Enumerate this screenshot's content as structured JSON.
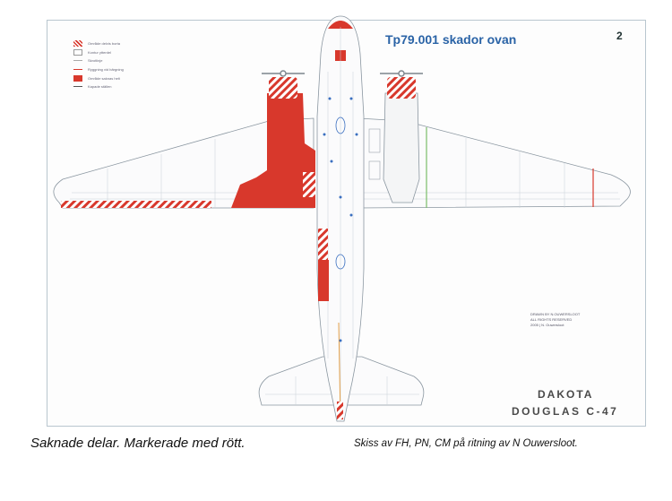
{
  "drawing": {
    "title": "Tp79.001 skador ovan",
    "page_number": "2",
    "nameplate_line1": "DAKOTA",
    "nameplate_line2": "DOUGLAS C-47",
    "notes": [
      "DRAWN BY N.OUWERSLOOT",
      "ALL RIGHTS RESERVED",
      "2005 | N. Ouwersloot"
    ],
    "legend": [
      {
        "label": "Område delvis borta",
        "swatch": "hatch"
      },
      {
        "label": "Kontur ytterdel",
        "swatch": "outline"
      },
      {
        "label": "Skrotlinje",
        "swatch": "line-gray"
      },
      {
        "label": "Ryggning vid bärgning",
        "swatch": "line-red"
      },
      {
        "label": "Område saknas helt",
        "swatch": "solid"
      },
      {
        "label": "Kapade ställen",
        "swatch": "line-dark"
      }
    ]
  },
  "captions": {
    "left": "Saknade delar. Markerade med rött.",
    "right": "Skiss av FH, PN, CM på ritning av N Ouwersloot."
  },
  "colors": {
    "damage_red": "#d8382c",
    "title_blue": "#2a63a6",
    "frame": "#b9c6cf",
    "outline": "#8a96a0"
  }
}
